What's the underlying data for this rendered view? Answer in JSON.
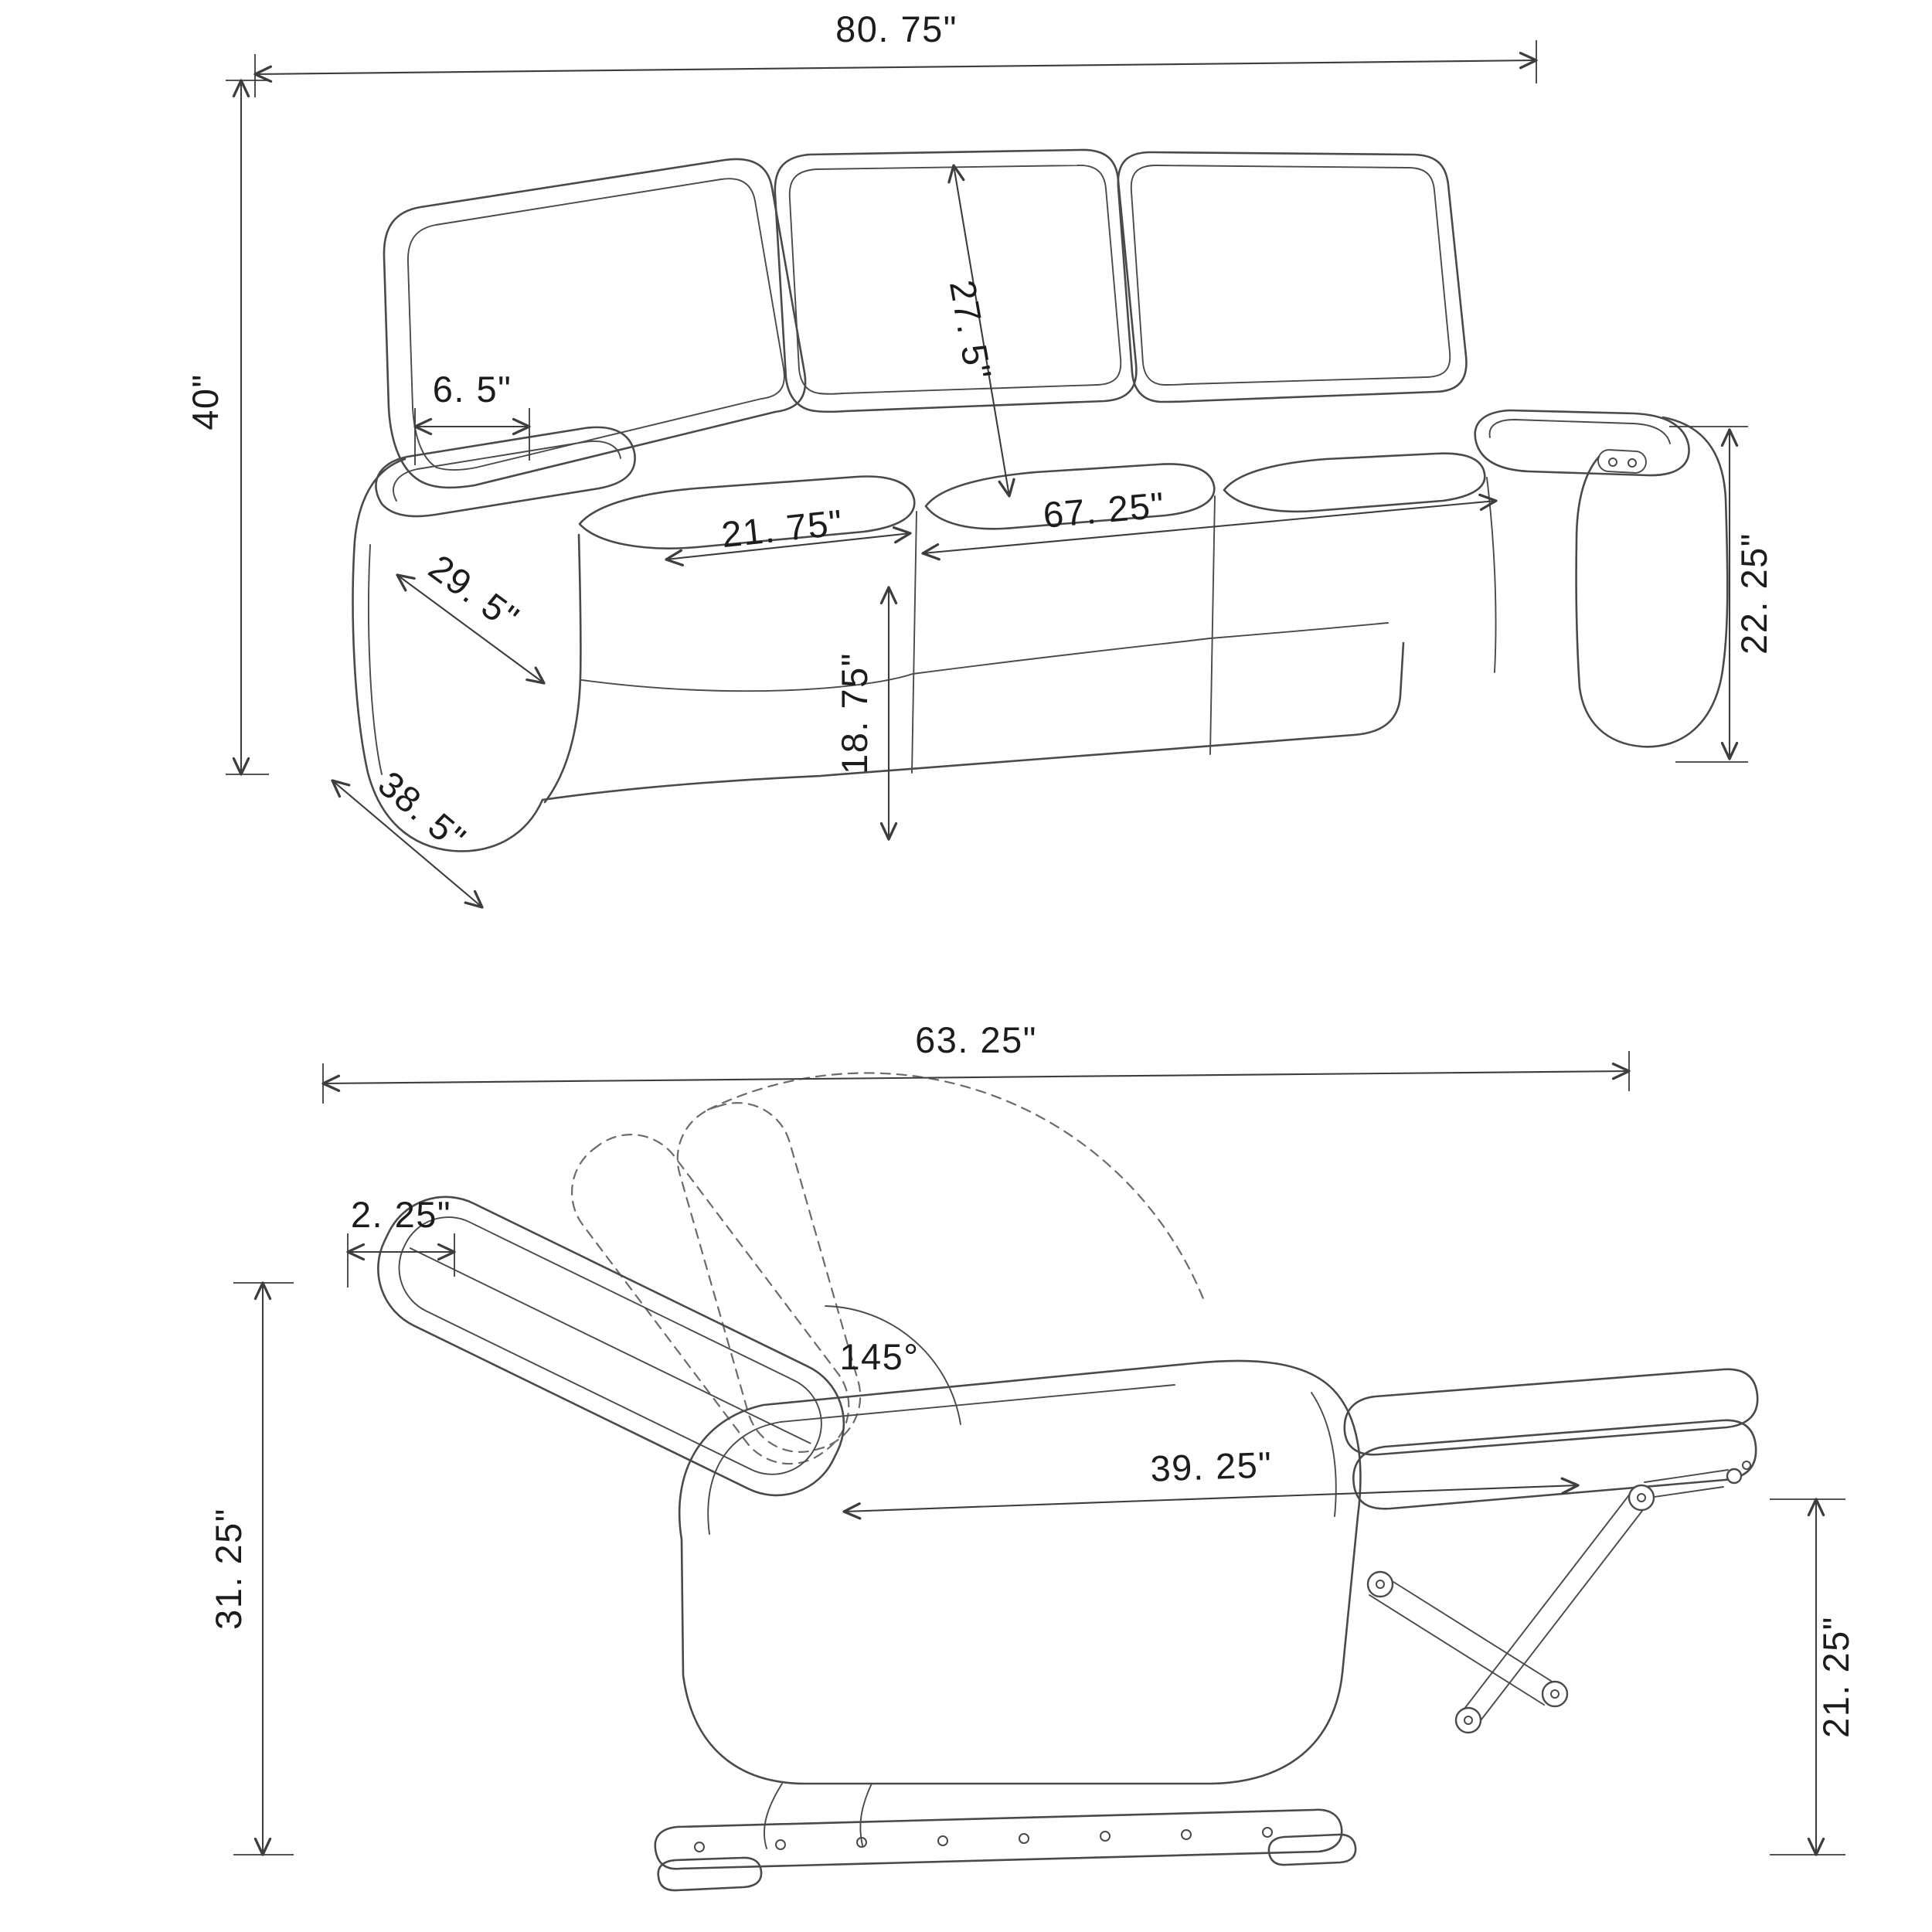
{
  "colors": {
    "background": "#ffffff",
    "line": "#4a4a4a",
    "dimension_line": "#3d3d3d",
    "label_text": "#1c1c1c"
  },
  "sofa_view": {
    "dims": {
      "overall_width": "80. 75\"",
      "overall_height": "40\"",
      "arm_top_width": "6. 5\"",
      "back_cushion_height": "27. 5\"",
      "seat_cushion_width": "21. 75\"",
      "inner_seat_width": "67. 25\"",
      "arm_front_depth": "29. 5\"",
      "overall_depth": "38. 5\"",
      "seat_height": "18. 75\"",
      "arm_height": "22. 25\""
    }
  },
  "recliner_view": {
    "dims": {
      "reclined_length": "63. 25\"",
      "wall_clearance": "2. 25\"",
      "recline_angle": "145°",
      "seat_to_footrest_length": "39. 25\"",
      "reclined_height": "31. 25\"",
      "footrest_floor_height": "21. 25\""
    }
  }
}
